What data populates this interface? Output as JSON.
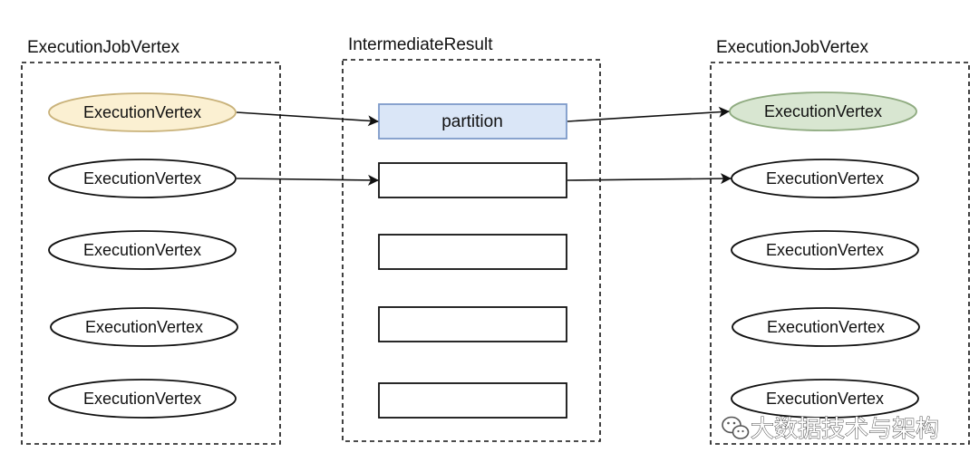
{
  "groups": {
    "left": {
      "title": "ExecutionJobVertex"
    },
    "middle": {
      "title": "IntermediateResult"
    },
    "right": {
      "title": "ExecutionJobVertex"
    }
  },
  "left_vertices": [
    {
      "label": "ExecutionVertex",
      "fill": "#fbf0d2",
      "stroke": "#c9b27a"
    },
    {
      "label": "ExecutionVertex",
      "fill": "#ffffff",
      "stroke": "#111111"
    },
    {
      "label": "ExecutionVertex",
      "fill": "#ffffff",
      "stroke": "#111111"
    },
    {
      "label": "ExecutionVertex",
      "fill": "#ffffff",
      "stroke": "#111111"
    },
    {
      "label": "ExecutionVertex",
      "fill": "#ffffff",
      "stroke": "#111111"
    }
  ],
  "partitions": [
    {
      "label": "partition",
      "fill": "#dae6f7",
      "stroke": "#7e9ac9"
    },
    {
      "label": "",
      "fill": "#ffffff",
      "stroke": "#111111"
    },
    {
      "label": "",
      "fill": "#ffffff",
      "stroke": "#111111"
    },
    {
      "label": "",
      "fill": "#ffffff",
      "stroke": "#111111"
    },
    {
      "label": "",
      "fill": "#ffffff",
      "stroke": "#111111"
    }
  ],
  "right_vertices": [
    {
      "label": "ExecutionVertex",
      "fill": "#d8e6d1",
      "stroke": "#8fab80"
    },
    {
      "label": "ExecutionVertex",
      "fill": "#ffffff",
      "stroke": "#111111"
    },
    {
      "label": "ExecutionVertex",
      "fill": "#ffffff",
      "stroke": "#111111"
    },
    {
      "label": "ExecutionVertex",
      "fill": "#ffffff",
      "stroke": "#111111"
    },
    {
      "label": "ExecutionVertex",
      "fill": "#ffffff",
      "stroke": "#111111"
    }
  ],
  "edges": [
    {
      "from": "left_vertices.0",
      "to": "partitions.0"
    },
    {
      "from": "left_vertices.1",
      "to": "partitions.1"
    },
    {
      "from": "partitions.0",
      "to": "right_vertices.0"
    },
    {
      "from": "partitions.1",
      "to": "right_vertices.1"
    }
  ],
  "watermark": {
    "text": "大数据技术与架构",
    "icon": "wechat-icon"
  }
}
